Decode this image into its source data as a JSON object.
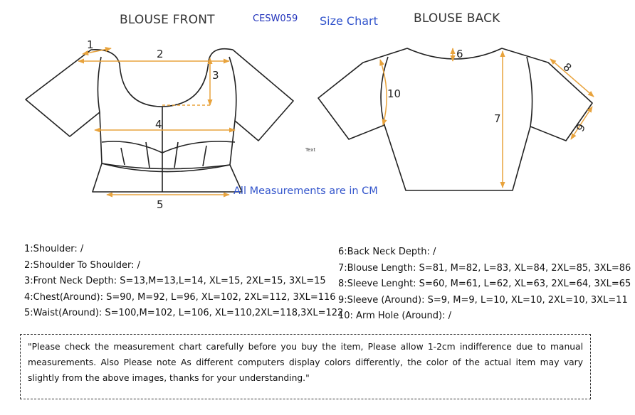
{
  "header": {
    "front_title": "BLOUSE FRONT",
    "product_code": "CESW059",
    "chart_title": "Size Chart",
    "back_title": "BLOUSE BACK"
  },
  "diagram": {
    "measure_color": "#e8a33d",
    "outline_color": "#222222",
    "unit_note": "All Measurements are in CM",
    "tiny_label": "Text",
    "front_labels": {
      "m1": "1",
      "m2": "2",
      "m3": "3",
      "m4": "4",
      "m5": "5"
    },
    "back_labels": {
      "m6": "6",
      "m7": "7",
      "m8": "8",
      "m9": "9",
      "m10": "10"
    }
  },
  "measurements": {
    "left": [
      "1:Shoulder: /",
      "2:Shoulder To Shoulder: /",
      "3:Front Neck Depth: S=13,M=13,L=14, XL=15, 2XL=15, 3XL=15",
      "4:Chest(Around): S=90, M=92, L=96, XL=102, 2XL=112, 3XL=116",
      "5:Waist(Around): S=100,M=102, L=106, XL=110,2XL=118,3XL=122"
    ],
    "right": [
      "6:Back Neck Depth: /",
      "7:Blouse Length: S=81, M=82, L=83, XL=84, 2XL=85, 3XL=86",
      "8:Sleeve Lenght: S=60, M=61, L=62, XL=63, 2XL=64, 3XL=65",
      "9:Sleeve (Around): S=9, M=9, L=10, XL=10, 2XL=10, 3XL=11",
      "10: Arm Hole (Around): /"
    ]
  },
  "note": "\"Please check the measurement chart carefully before you buy the item, Please allow 1-2cm indifference due to manual measurements. Also Please note As different computers display colors differently, the color of the actual item may vary slightly from the above images, thanks for your understanding.\""
}
